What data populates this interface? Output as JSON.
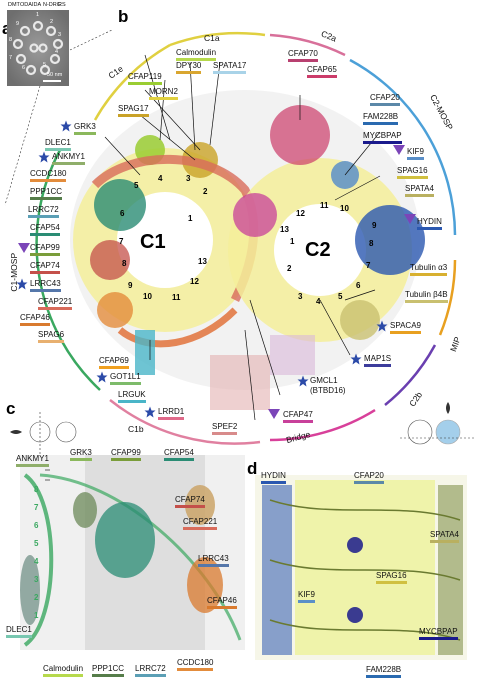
{
  "panels": {
    "a": "a",
    "b": "b",
    "c": "c",
    "d": "d"
  },
  "panel_a": {
    "top_labels": [
      "DMT",
      "ODA",
      "IDA",
      "N-DRC",
      "RS"
    ],
    "scale_bar": "50 nm",
    "numbers": [
      "1",
      "2",
      "3",
      "4",
      "5",
      "6",
      "7",
      "8",
      "9"
    ]
  },
  "panel_b": {
    "regions": {
      "c1a": "C1a",
      "c1e": "C1e",
      "c2a": "C2a",
      "c2_mosp": "C2-MOSP",
      "c1_mosp": "C1-MOSP",
      "c1b": "C1b",
      "bridge": "Bridge",
      "c2b": "C2b",
      "mip": "MIP"
    },
    "core_labels": {
      "c1": "C1",
      "c2": "C2"
    },
    "proteins": [
      {
        "text": "Calmodulin",
        "color": "#b6d94c"
      },
      {
        "text": "DPY30",
        "color": "#d9a630"
      },
      {
        "text": "SPATA17",
        "color": "#a9d3e8"
      },
      {
        "text": "CFAP119",
        "color": "#9acd32"
      },
      {
        "text": "MORN2",
        "color": "#e0d040"
      },
      {
        "text": "SPAG17",
        "color": "#c9a227"
      },
      {
        "text": "GRK3",
        "color": "#8bb85c"
      },
      {
        "text": "DLEC1",
        "color": "#78c7b0"
      },
      {
        "text": "ANKMY1",
        "color": "#8fae6a"
      },
      {
        "text": "CCDC180",
        "color": "#e38c3c"
      },
      {
        "text": "PPP1CC",
        "color": "#567d4a"
      },
      {
        "text": "LRRC72",
        "color": "#5b9fb5"
      },
      {
        "text": "CFAP54",
        "color": "#2a8c74"
      },
      {
        "text": "CFAP99",
        "color": "#7a9d3a"
      },
      {
        "text": "CFAP74",
        "color": "#c4504a"
      },
      {
        "text": "LRRC43",
        "color": "#5577aa"
      },
      {
        "text": "CFAP221",
        "color": "#d86b5b"
      },
      {
        "text": "CFAP46",
        "color": "#d97a2e"
      },
      {
        "text": "SPAG6",
        "color": "#e8b070"
      },
      {
        "text": "CFAP69",
        "color": "#f0a020"
      },
      {
        "text": "GOT1L1",
        "color": "#7dbb6a"
      },
      {
        "text": "LRGUK",
        "color": "#4ab5c8"
      },
      {
        "text": "LRRD1",
        "color": "#e06a8a"
      },
      {
        "text": "SPEF2",
        "color": "#d88b8b"
      },
      {
        "text": "CFAP47",
        "color": "#c8409a"
      },
      {
        "text": "GMCL1",
        "color": "#333333"
      },
      {
        "text": "(BTBD16)",
        "color": "#ffffff"
      },
      {
        "text": "MAP1S",
        "color": "#3c3c9c"
      },
      {
        "text": "SPACA9",
        "color": "#e8a020"
      },
      {
        "text": "Tubulin β4B",
        "color": "#c9c070"
      },
      {
        "text": "Tubulin α3",
        "color": "#d8b030"
      },
      {
        "text": "HYDIN",
        "color": "#2b58b0"
      },
      {
        "text": "SPATA4",
        "color": "#b9b060"
      },
      {
        "text": "SPAG16",
        "color": "#d0c040"
      },
      {
        "text": "KIF9",
        "color": "#5a8fc8"
      },
      {
        "text": "MYCBPAP",
        "color": "#1a1a8c"
      },
      {
        "text": "FAM228B",
        "color": "#2a6ab0"
      },
      {
        "text": "CFAP20",
        "color": "#5b88a8"
      },
      {
        "text": "CFAP65",
        "color": "#cc3c6a"
      },
      {
        "text": "CFAP70",
        "color": "#b84070"
      }
    ],
    "c1_pf_numbers": [
      "1",
      "2",
      "3",
      "4",
      "5",
      "6",
      "7",
      "8",
      "9",
      "10",
      "11",
      "12",
      "13"
    ],
    "c2_pf_numbers": [
      "1",
      "2",
      "3",
      "4",
      "5",
      "6",
      "7",
      "8",
      "9",
      "10",
      "11",
      "12",
      "13"
    ]
  },
  "panel_c": {
    "labels": [
      {
        "text": "ANKMY1",
        "color": "#8fae6a"
      },
      {
        "text": "GRK3",
        "color": "#8bb85c"
      },
      {
        "text": "CFAP99",
        "color": "#7a9d3a"
      },
      {
        "text": "CFAP54",
        "color": "#2a8c74"
      },
      {
        "text": "CFAP74",
        "color": "#c4504a"
      },
      {
        "text": "CFAP221",
        "color": "#d86b5b"
      },
      {
        "text": "LRRC43",
        "color": "#5577aa"
      },
      {
        "text": "CFAP46",
        "color": "#d97a2e"
      },
      {
        "text": "CCDC180",
        "color": "#e38c3c"
      },
      {
        "text": "LRRC72",
        "color": "#5b9fb5"
      },
      {
        "text": "PPP1CC",
        "color": "#567d4a"
      },
      {
        "text": "Calmodulin",
        "color": "#b6d94c"
      },
      {
        "text": "DLEC1",
        "color": "#78c7b0"
      }
    ],
    "side_numbers": [
      "8",
      "7",
      "6",
      "5",
      "4",
      "3",
      "2",
      "1"
    ]
  },
  "panel_d": {
    "labels": [
      {
        "text": "HYDIN",
        "color": "#2b58b0"
      },
      {
        "text": "CFAP20",
        "color": "#5b88a8"
      },
      {
        "text": "SPATA4",
        "color": "#b9b060"
      },
      {
        "text": "SPAG16",
        "color": "#d0c040"
      },
      {
        "text": "KIF9",
        "color": "#5a8fc8"
      },
      {
        "text": "MYCBPAP",
        "color": "#1a1a8c"
      },
      {
        "text": "FAM228B",
        "color": "#2a6ab0"
      }
    ]
  }
}
